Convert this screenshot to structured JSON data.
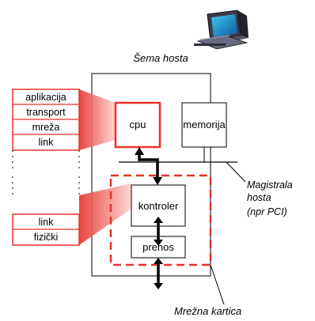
{
  "title": "Šema hosta",
  "components": {
    "cpu": "cpu",
    "memory": "memorija",
    "controller": "kontroler",
    "transfer": "prenos"
  },
  "upper_stack": [
    "aplikacija",
    "transport",
    "mreža",
    "link"
  ],
  "lower_stack": [
    "link",
    "fizički"
  ],
  "bus_label": [
    "Magistrala",
    "hosta",
    "(npr PCI)"
  ],
  "nic_label": "Mrežna kartica",
  "icons": [
    "computer-icon"
  ],
  "colors": {
    "accent": "#e8312a",
    "highlight_gradient_start": "#f26a5e",
    "stroke": "#000000",
    "background": "#ffffff"
  }
}
